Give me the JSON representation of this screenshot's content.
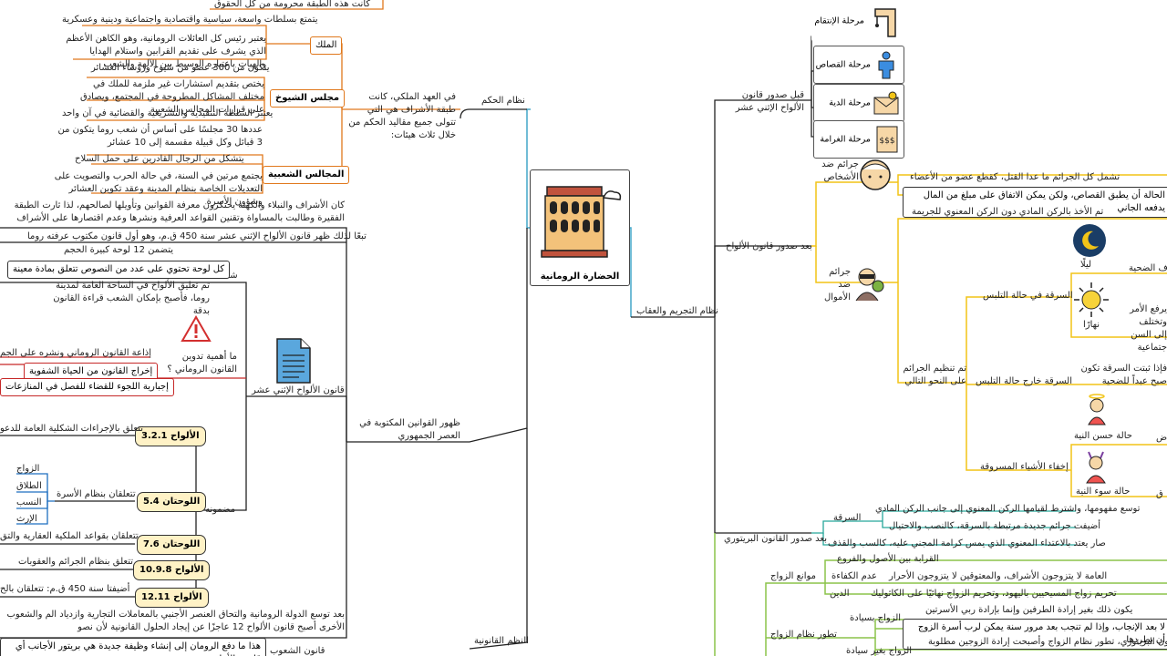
{
  "center": {
    "title": "الحضارة الرومانية"
  },
  "branches": {
    "gov": "نظام الحكم",
    "laws": "ظهور القوانين المكتوبة في العصر الجمهوري",
    "legal": "النظم القانونية",
    "crime": "نظام التجريم والعقاب"
  },
  "gov": {
    "intro": "في العهد الملكي، كانت طبقة الأشراف هي التي تتولى جميع مقاليد الحكم من خلال ثلاث هيئات:",
    "top_note": "كانت هذه الطبقة محرومة من كل الحقوق",
    "king": {
      "label": "الملك",
      "items": [
        "يتمتع بسلطات واسعة، سياسية واقتصادية واجتماعية ودينية وعسكرية",
        "يعتبر رئيس كل العائلات الرومانية، وهو الكاهن الأعظم الذي يشرف على تقديم القرابين واستلام الهدايا والهبات باعتباره الوسيط بين الآلهة والشعب"
      ]
    },
    "senate": {
      "label": "مجلس الشيوخ",
      "items": [
        "يتكون من 300 عضو من شيوخ ورؤساء العشائر",
        "يختص بتقديم استشارات غير ملزمة للملك في مختلف المشاكل المطروحة في المجتمع، ويصادق على قرارات المجالس الشعبية",
        "يعتبر السلطة التنفيذية والتشريعية والقضائية في آن واحد"
      ]
    },
    "councils": {
      "label": "المجالس الشعبية",
      "items": [
        "عددها 30 مجلسًا على أساس أن شعب روما يتكون من 3 قبائل وكل قبيلة مقسمة إلى 10 عشائر",
        "يتشكل من الرجال القادرين على حمل السلاح",
        "يجتمع مرتين في السنة، في حالة الحرب والتصويت على التعديلات الخاصة بنظام المدينة وعقد تكوين العشائر وشؤون الأسرة"
      ]
    }
  },
  "laws": {
    "context": "كان الأشراف والنبلاء والكهنة يحتكرون معرفة القوانين وتأويلها لصالحهم، لذا ثارت الطبقة الفقيرة وطالبت بالمساواة وتقنين القواعد العرفية ونشرها وعدم اقتصارها على الأشراف",
    "result": "تبعًا لذلك ظهر قانون الألواح الإثني عشر سنة 450 ق.م، وهو أول قانون مكتوب عرفته روما",
    "twelve": "قانون الألواح الإثني عشر",
    "shape": {
      "label": "شكله",
      "items": [
        "يتضمن 12 لوحة كبيرة الحجم",
        "كل لوحة تحتوي على عدد من النصوص تتعلق بمادة معينة",
        "تم تعليق الألواح في الساحة العامة لمدينة روما، فأصبح بإمكان الشعب قراءة القانون بدقة"
      ]
    },
    "importance": {
      "label": "ما أهمية تدوين القانون الروماني ؟",
      "items": [
        "إذاعة القانون الروماني ونشره على الجم",
        "إخراج القانون من الحياة الشفوية",
        "إجبارية اللجوء للقضاء للفصل في المنازعات"
      ]
    },
    "content": {
      "label": "مضمونه",
      "tablets": [
        {
          "label": "الألواح 3.2.1",
          "desc": "تتعلق بالإجراءات الشكلية العامة للدعو"
        },
        {
          "label": "اللوحتان 5.4",
          "desc": "تتعلقان بنظام الأسرة",
          "family": [
            "الزواج",
            "الطلاق",
            "النسب",
            "الإرث"
          ]
        },
        {
          "label": "اللوحتان 7.6",
          "desc": "تتعلقان بقواعد الملكية العقارية والتق"
        },
        {
          "label": "الألواح 10.9.8",
          "desc": "تتعلق بنظام الجرائم والعقوبات"
        },
        {
          "label": "الألواح 12.11",
          "desc": "أضيفتا سنة 450 ق.م: تتعلقان بالح"
        }
      ]
    }
  },
  "legal": {
    "people_law": "قانون الشعوب",
    "note1": "بعد توسع الدولة الرومانية والتحاق العنصر الأجنبي بالمعاملات التجارية وازدياد الم والشعوب الأخرى أصبح قانون الألواح 12 عاجزًا عن إيجاد الحلول القانونية لأن نصو",
    "note2": "هذا ما دفع الرومان إلى إنشاء وظيفة جديدة هي بريتور الأجانب أي قاضي الأجانب"
  },
  "crime": {
    "before": {
      "label": "قبل صدور قانون الألواح الإثني عشر",
      "stages": [
        "مرحلة الإنتقام",
        "مرحلة القصاص",
        "مرحلة الدية",
        "مرحلة الغرامة"
      ]
    },
    "after": {
      "label": "بعد صدور قانون الألواح",
      "persons": {
        "label": "جرائم ضد الأشخاص",
        "items": [
          "تشمل كل الجرائم ما عدا القتل، كقطع عضو من الأعضاء",
          "الحالة أن يطبق القصاص، ولكن يمكن الاتفاق على مبلغ من المال يدفعه الجاني"
        ]
      },
      "money": {
        "label": "جرائم ضد الأموال",
        "material": "تم الأخذ بالركن المادي دون الركن المعنوي للجريمة",
        "organized": "تم تنظيم الجرائم على النحو التالي",
        "flagrant": {
          "label": "السرقة في حالة التلبس",
          "night": "ليلًا",
          "day": "نهارًا",
          "night_note": "ف الضحية",
          "day_note": "يرفع الأمر وتختلف إلى السن جتماعية"
        },
        "nonflagrant": {
          "label": "السرقة خارج حالة التلبس",
          "note": "فإذا ثبتت السرقة تكون صبح عبداً للضحية"
        },
        "hidden": {
          "label": "إخفاء الأشياء المسروقة",
          "good": "حالة حسن النية",
          "bad": "حالة سوء النية",
          "good_note": "ض",
          "bad_note": "ق"
        }
      }
    },
    "praetor": {
      "label": "بعد صدور القانون البريتوري",
      "theft": {
        "label": "السرقة",
        "items": [
          "توسع مفهومها، واشترط لقيامها الركن المعنوي إلى جانب الركن المادي",
          "أضيفت جرائم جديدة مرتبطة بالسرقة، كالنصب والاحتيال"
        ]
      },
      "honor": "صار يعتد بالاعتداء المعنوي الذي يمس كرامة المجني عليه، كالسب والقذف"
    },
    "marriage": {
      "impediments": {
        "label": "موانع الزواج",
        "items": [
          {
            "k": "",
            "v": "القرابة بين الأصول والفروع"
          },
          {
            "k": "عدم الكفاءة",
            "v": "العامة لا يتزوجون الأشراف، والمعتوقين لا يتزوجون الأحرار"
          },
          {
            "k": "الدين",
            "v": "تحريم زواج المسيحيين باليهود، وتحريم الزواج نهائيًا على الكاثوليك"
          }
        ]
      },
      "development": {
        "label": "تطور نظام الزواج",
        "with": "الزواج بسيادة",
        "without": "الزواج بغير سيادة",
        "with_items": [
          "يكون ذلك بغير إرادة الطرفين وإنما بإرادة ربي الأسرتين",
          "لا بعد الإنجاب، وإذا لم تنجب بعد مرور سنة يمكن لرب أسرة الزوج أن يطردها"
        ],
        "without_items": [
          "هور القانون البريتوري، تطور نظام الزواج وأصبحت إرادة الزوجين مطلوبة"
        ]
      }
    }
  }
}
